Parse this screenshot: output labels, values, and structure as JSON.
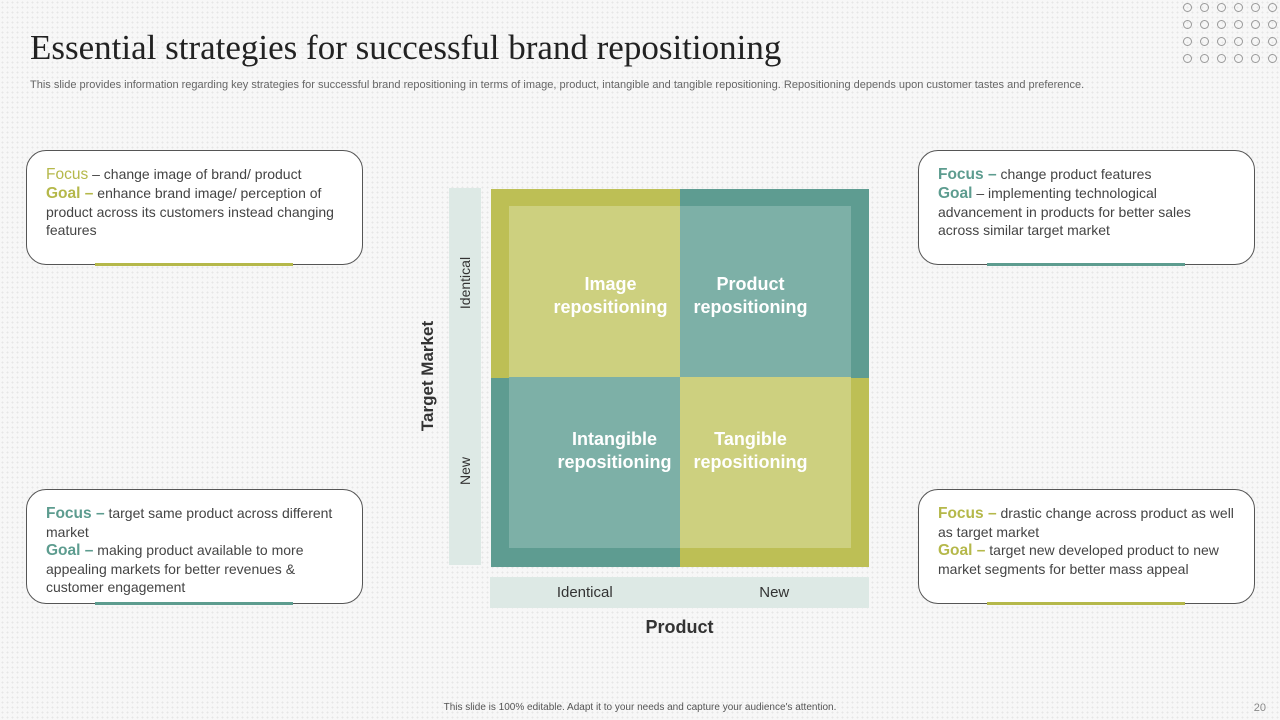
{
  "slide": {
    "title": "Essential strategies for successful brand repositioning",
    "subtitle": "This slide provides information regarding key strategies for successful brand repositioning in terms of image, product, intangible and tangible repositioning. Repositioning depends upon customer tastes and preference.",
    "footer": "This slide is 100% editable.  Adapt it to your needs and capture your audience's attention.",
    "page_number": "20"
  },
  "colors": {
    "olive": "#b5b84a",
    "teal": "#5d9c8f",
    "strip": "#dde9e5"
  },
  "cards": [
    {
      "focus_key": "Focus",
      "focus_text": " – change image of brand/ product",
      "goal_key": "Goal –",
      "goal_text": " enhance brand image/ perception of product across its customers instead changing features"
    },
    {
      "focus_key": "Focus –",
      "focus_text": " change product features",
      "goal_key": "Goal",
      "goal_text": " – implementing technological advancement in products for better sales across similar target market"
    },
    {
      "focus_key": "Focus –",
      "focus_text": " target same product across different market",
      "goal_key": "Goal –",
      "goal_text": " making product available to more appealing markets for better revenues & customer engagement"
    },
    {
      "focus_key": "Focus –",
      "focus_text": " drastic change across product as well as target market",
      "goal_key": "Goal –",
      "goal_text": " target new developed product to new market segments for better mass appeal"
    }
  ],
  "matrix": {
    "y_axis_title": "Target Market",
    "x_axis_title": "Product",
    "y_labels": [
      "Identical",
      "New"
    ],
    "x_labels": [
      "Identical",
      "New"
    ],
    "quadrants": {
      "top_left": {
        "line1": "Image",
        "line2": "repositioning"
      },
      "top_right": {
        "line1": "Product",
        "line2": "repositioning"
      },
      "bottom_left": {
        "line1": "Intangible",
        "line2": "repositioning"
      },
      "bottom_right": {
        "line1": "Tangible",
        "line2": "repositioning"
      }
    }
  }
}
